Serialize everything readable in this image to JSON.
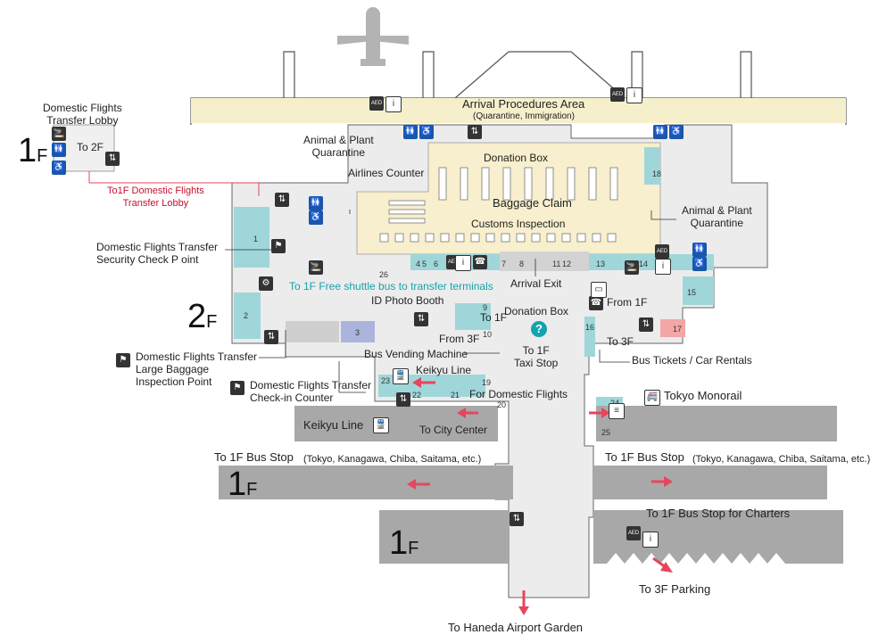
{
  "colors": {
    "arrival_band": "#f5efcc",
    "claim_area": "#f7efcd",
    "corridor": "#e8e8e8",
    "wall": "#666666",
    "road": "#a8a8a8",
    "teal_zone": "#9fd6da",
    "shop_blue": "#aab4dc",
    "pink_zone": "#f2a6a6",
    "accent_red": "#e8455d",
    "plane": "#b3b3b3"
  },
  "floors": {
    "lobby_1f": {
      "num": "1",
      "suffix": "F"
    },
    "main_2f": {
      "num": "2",
      "suffix": "F"
    },
    "road_left_1f": {
      "num": "1",
      "suffix": "F"
    },
    "road_bottom_1f": {
      "num": "1",
      "suffix": "F"
    }
  },
  "labels": {
    "domestic_transfer_lobby": "Domestic Flights\nTransfer Lobby",
    "to_2f": "To 2F",
    "to_1f_domestic_lobby": "To1F Domestic Flights\nTransfer Lobby",
    "arrival_procedures": "Arrival Procedures Area",
    "arrival_procedures_sub": "(Quarantine, Immigration)",
    "animal_plant_left": "Animal & Plant\nQuarantine",
    "airlines_counter": "Airlines Counter",
    "donation_box_top": "Donation Box",
    "baggage_claim": "Baggage Claim",
    "customs_inspection": "Customs Inspection",
    "animal_plant_right": "Animal & Plant\nQuarantine",
    "security_check": "Domestic Flights Transfer\nSecurity Check P oint",
    "shuttle_bus": "To 1F Free shuttle bus to transfer terminals",
    "arrival_exit": "Arrival Exit",
    "id_photo": "ID Photo Booth",
    "donation_box_mid": "Donation Box",
    "to_1f_a": "To 1F",
    "from_3f": "From 3F",
    "from_1f": "From 1F",
    "to_3f": "To 3F",
    "bus_vending": "Bus Vending Machine",
    "keikyu_line_top": "Keikyu Line",
    "to_1f_taxi": "To 1F\nTaxi Stop",
    "bus_tickets": "Bus Tickets / Car Rentals",
    "large_baggage": "Domestic Flights Transfer\nLarge Baggage\nInspection Point",
    "checkin_counter": "Domestic Flights Transfer\nCheck-in Counter",
    "for_domestic": "For Domestic Flights",
    "tokyo_monorail": "Tokyo Monorail",
    "keikyu_line_bottom": "Keikyu Line",
    "to_city_center": "To City Center",
    "bus_stop_left": "To 1F Bus Stop",
    "bus_stop_left_sub": "(Tokyo, Kanagawa, Chiba, Saitama, etc.)",
    "bus_stop_right": "To 1F Bus Stop",
    "bus_stop_right_sub": "(Tokyo, Kanagawa, Chiba, Saitama, etc.)",
    "charters": "To 1F Bus Stop for Charters",
    "parking": "To 3F Parking",
    "garden": "To Haneda Airport Garden"
  },
  "numbers": [
    "1",
    "2",
    "3",
    "4",
    "5",
    "6",
    "7",
    "8",
    "9",
    "10",
    "11",
    "12",
    "13",
    "14",
    "15",
    "16",
    "17",
    "18",
    "19",
    "20",
    "21",
    "22",
    "23",
    "24",
    "25",
    "26"
  ],
  "icons": {
    "aed": "AED",
    "info": "i",
    "question": "?"
  }
}
